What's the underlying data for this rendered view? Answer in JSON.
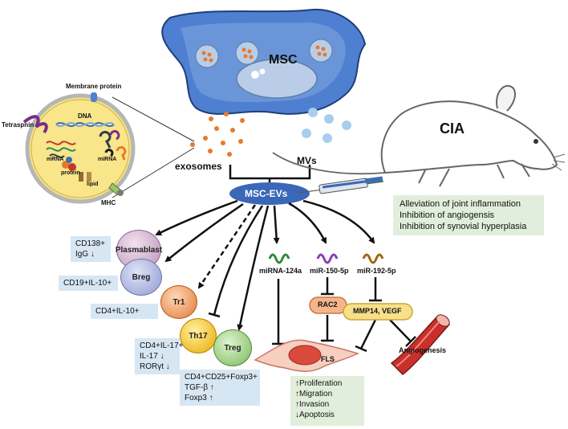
{
  "labels": {
    "msc": "MSC",
    "cia": "CIA",
    "exosomes": "exosomes",
    "mvs": "MVs",
    "msc_evs": "MSC-EVs",
    "membrane_protein": "Membrane protein",
    "tetraspnin": "Tetraspnin",
    "dna": "DNA",
    "mrna": "mRNA",
    "mirna": "miRNA",
    "protein": "protein",
    "lipid": "lipid",
    "mhc": "MHC",
    "mirna_124a": "miRNA-124a",
    "mir_150_5p": "miR-150-5p",
    "mir_192_5p": "miR-192-5p",
    "rac2": "RAC2",
    "mmp14_vegf": "MMP14, VEGF",
    "fls": "FLS",
    "angiogenesis": "Angiogenesis"
  },
  "cells": {
    "plasmablast": "Plasmablast",
    "breg": "Breg",
    "tr1": "Tr1",
    "th17": "Th17",
    "treg": "Treg"
  },
  "boxes": {
    "plasmablast": [
      "CD138+",
      "IgG ↓"
    ],
    "breg": [
      "CD19+IL-10+"
    ],
    "tr1": [
      "CD4+IL-10+"
    ],
    "th17": [
      "CD4+IL-17+",
      "IL-17  ↓",
      "RORγt ↓"
    ],
    "treg": [
      "CD4+CD25+Foxp3+",
      "TGF-β ↑",
      "Foxp3 ↑"
    ],
    "cia_effects": [
      "Alleviation of joint inflammation",
      "Inhibition of angiogensis",
      "Inhibition of synovial hyperplasia"
    ],
    "fls_effects": [
      "↑Proliferation",
      "↑Migration",
      "↑Invasion",
      "↓Apoptosis"
    ]
  },
  "colors": {
    "msc_body": "#4f7fd0",
    "evs": "#3b67b8",
    "exosome_dot": "#e8792c",
    "mv_dot": "#a9cdee",
    "arrow": "#111111"
  }
}
